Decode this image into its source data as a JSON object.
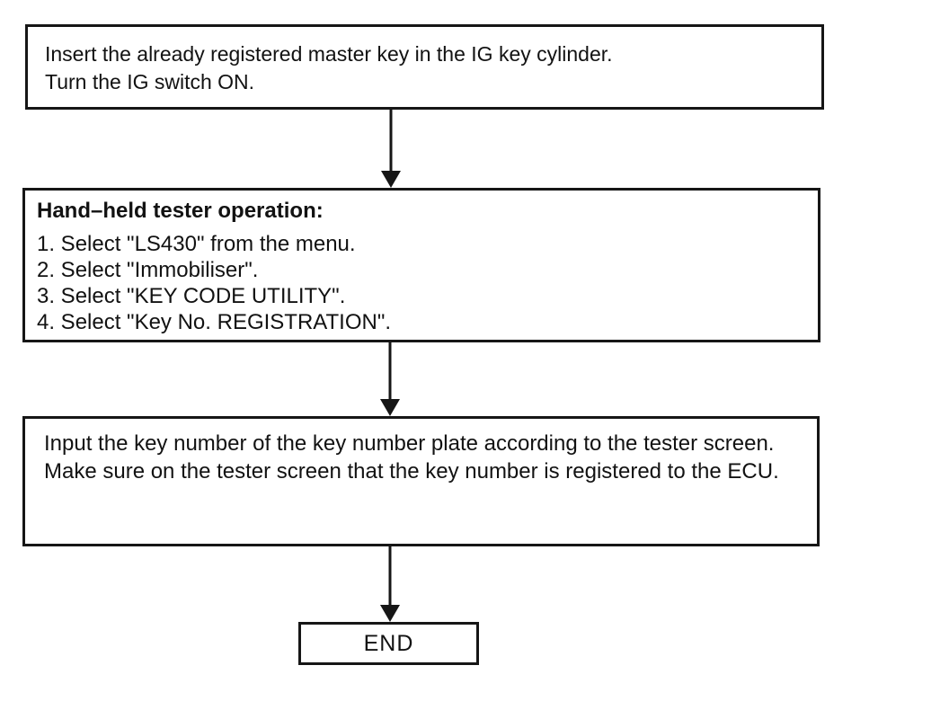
{
  "flowchart": {
    "step1": {
      "lines": [
        "Insert the already registered master key in the IG key cylinder.",
        "Turn the IG switch ON."
      ]
    },
    "step2": {
      "heading": "Hand–held tester operation:",
      "items": [
        "1. Select \"LS430\" from the menu.",
        "2. Select \"Immobiliser\".",
        "3. Select \"KEY CODE UTILITY\".",
        "4. Select \"Key No. REGISTRATION\"."
      ]
    },
    "step3": {
      "lines": [
        "Input the key number of the key number plate according to the tester screen.",
        "Make sure on the tester screen that the key number is registered to the ECU."
      ]
    },
    "end": {
      "label": "END"
    },
    "colors": {
      "border": "#161616",
      "background": "#ffffff",
      "text": "#121212"
    }
  }
}
